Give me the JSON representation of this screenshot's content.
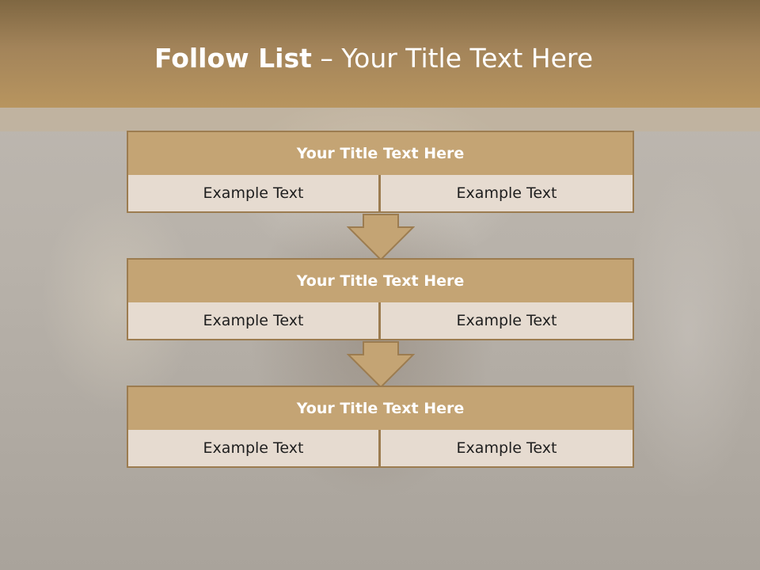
{
  "slide": {
    "title_bold": "Follow List",
    "title_rest": " – Your Title Text Here"
  },
  "blocks": [
    {
      "title": "Your Title Text Here",
      "left": "Example Text",
      "right": "Example Text"
    },
    {
      "title": "Your Title Text Here",
      "left": "Example Text",
      "right": "Example Text"
    },
    {
      "title": "Your Title Text Here",
      "left": "Example Text",
      "right": "Example Text"
    }
  ],
  "colors": {
    "header": "#a3845a",
    "block_header": "#c4a474",
    "block_border": "#9c7c50",
    "cell": "#e6dbd0"
  }
}
